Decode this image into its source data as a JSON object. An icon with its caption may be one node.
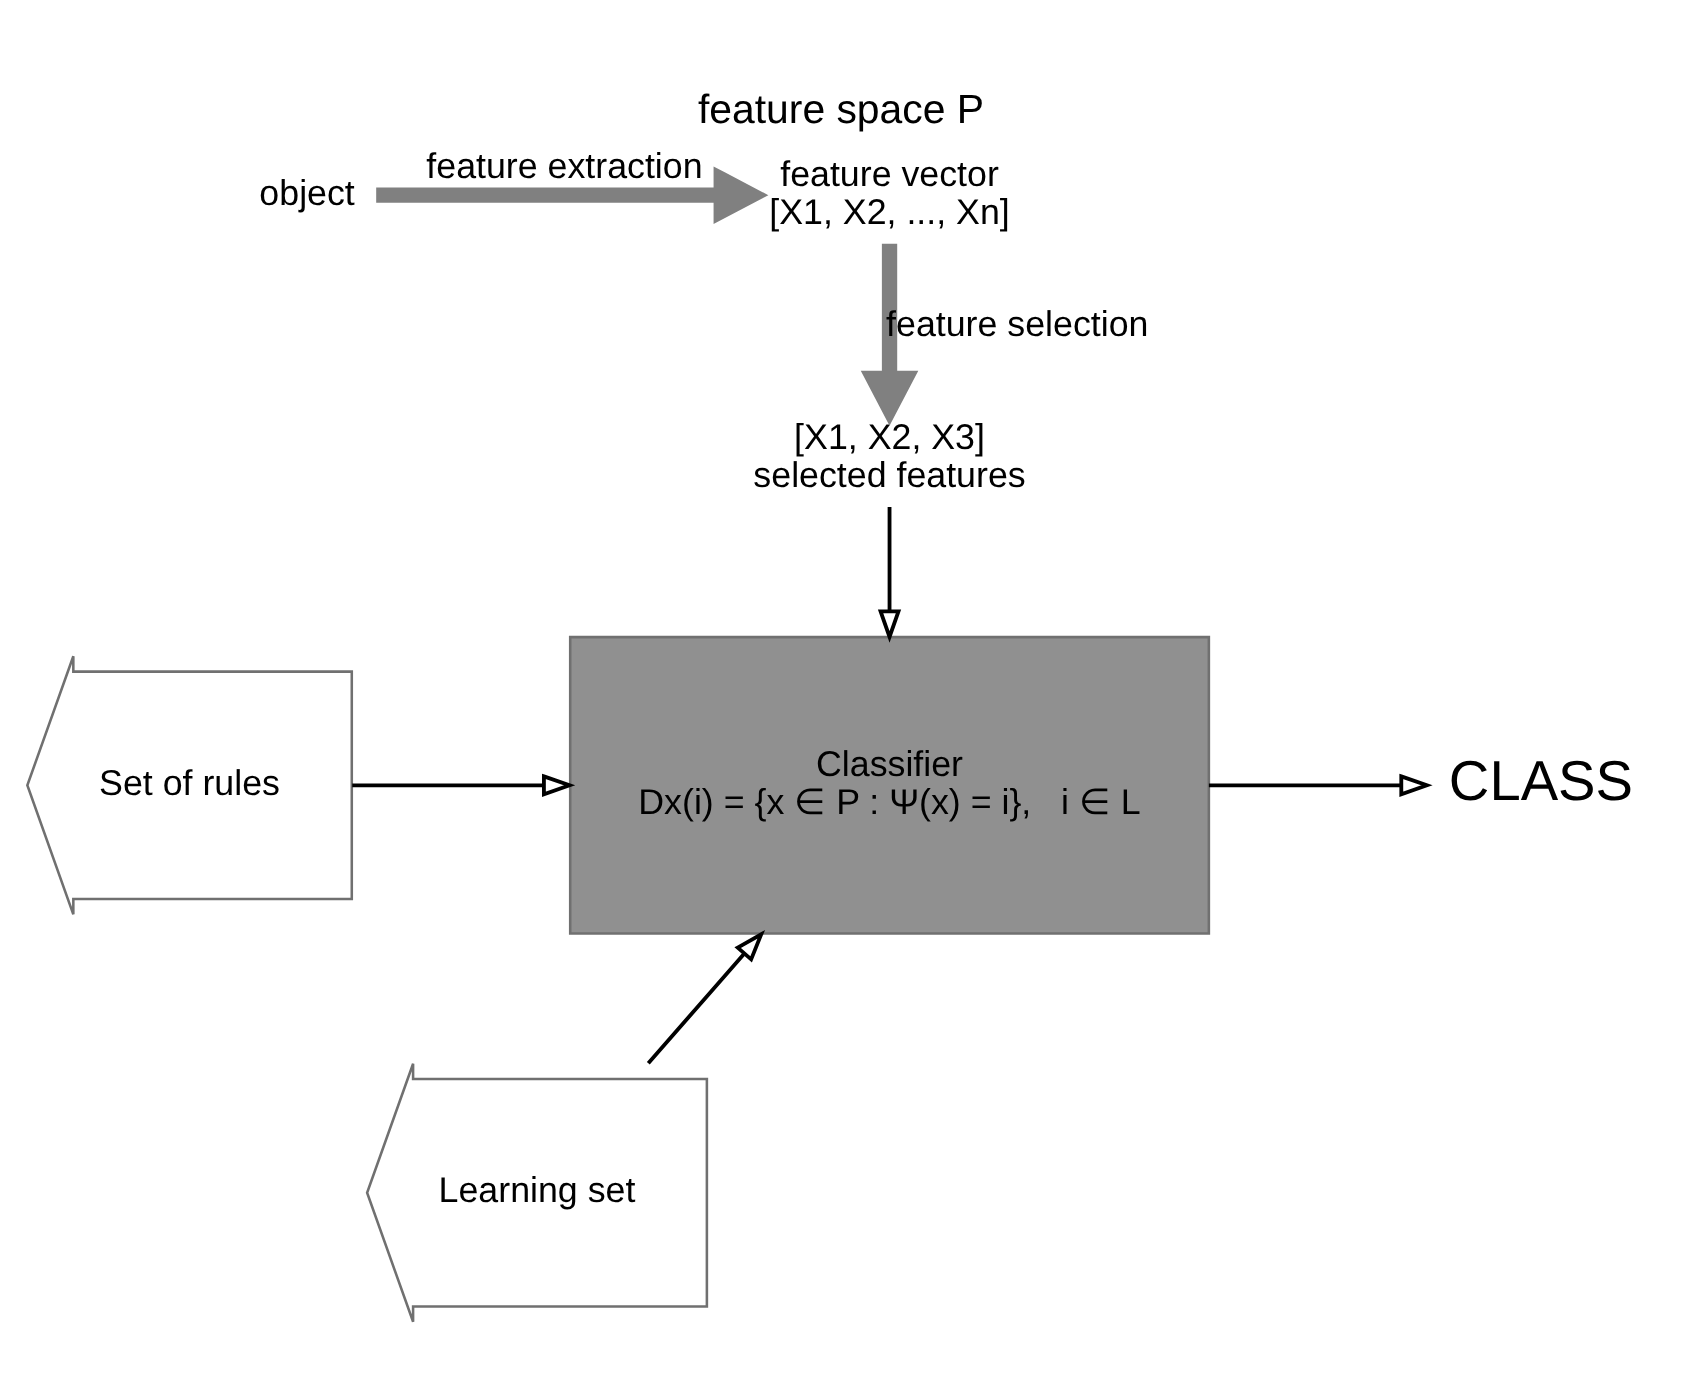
{
  "diagram": {
    "title": "feature space P",
    "nodes": [
      {
        "text": [
          "object"
        ]
      },
      {
        "text": [
          "feature vector",
          "[X1, X2, ..., Xn]"
        ]
      },
      {
        "text": [
          "[X1, X2, X3]",
          "selected features"
        ]
      },
      {
        "text": [
          "Classifier",
          "Dx(i) = {x ∈ P : Ψ(x) = i},   i ∈ L"
        ]
      },
      {
        "text": [
          "Set of rules"
        ]
      },
      {
        "text": [
          "Learning set"
        ]
      },
      {
        "text": [
          "CLASS"
        ]
      }
    ],
    "edges": [
      {
        "from": 0,
        "to": 1,
        "arrow": "to",
        "label": "feature extraction",
        "style": "thick",
        "color": "#808080"
      },
      {
        "from": 1,
        "to": 2,
        "arrow": "to",
        "label": "feature selection",
        "style": "thick",
        "color": "#808080"
      },
      {
        "from": 2,
        "to": 3,
        "arrow": "to"
      },
      {
        "from": 4,
        "to": 3,
        "arrow": "to"
      },
      {
        "from": 5,
        "to": 3,
        "arrow": "to"
      },
      {
        "from": 3,
        "to": 6,
        "arrow": "to"
      }
    ]
  }
}
